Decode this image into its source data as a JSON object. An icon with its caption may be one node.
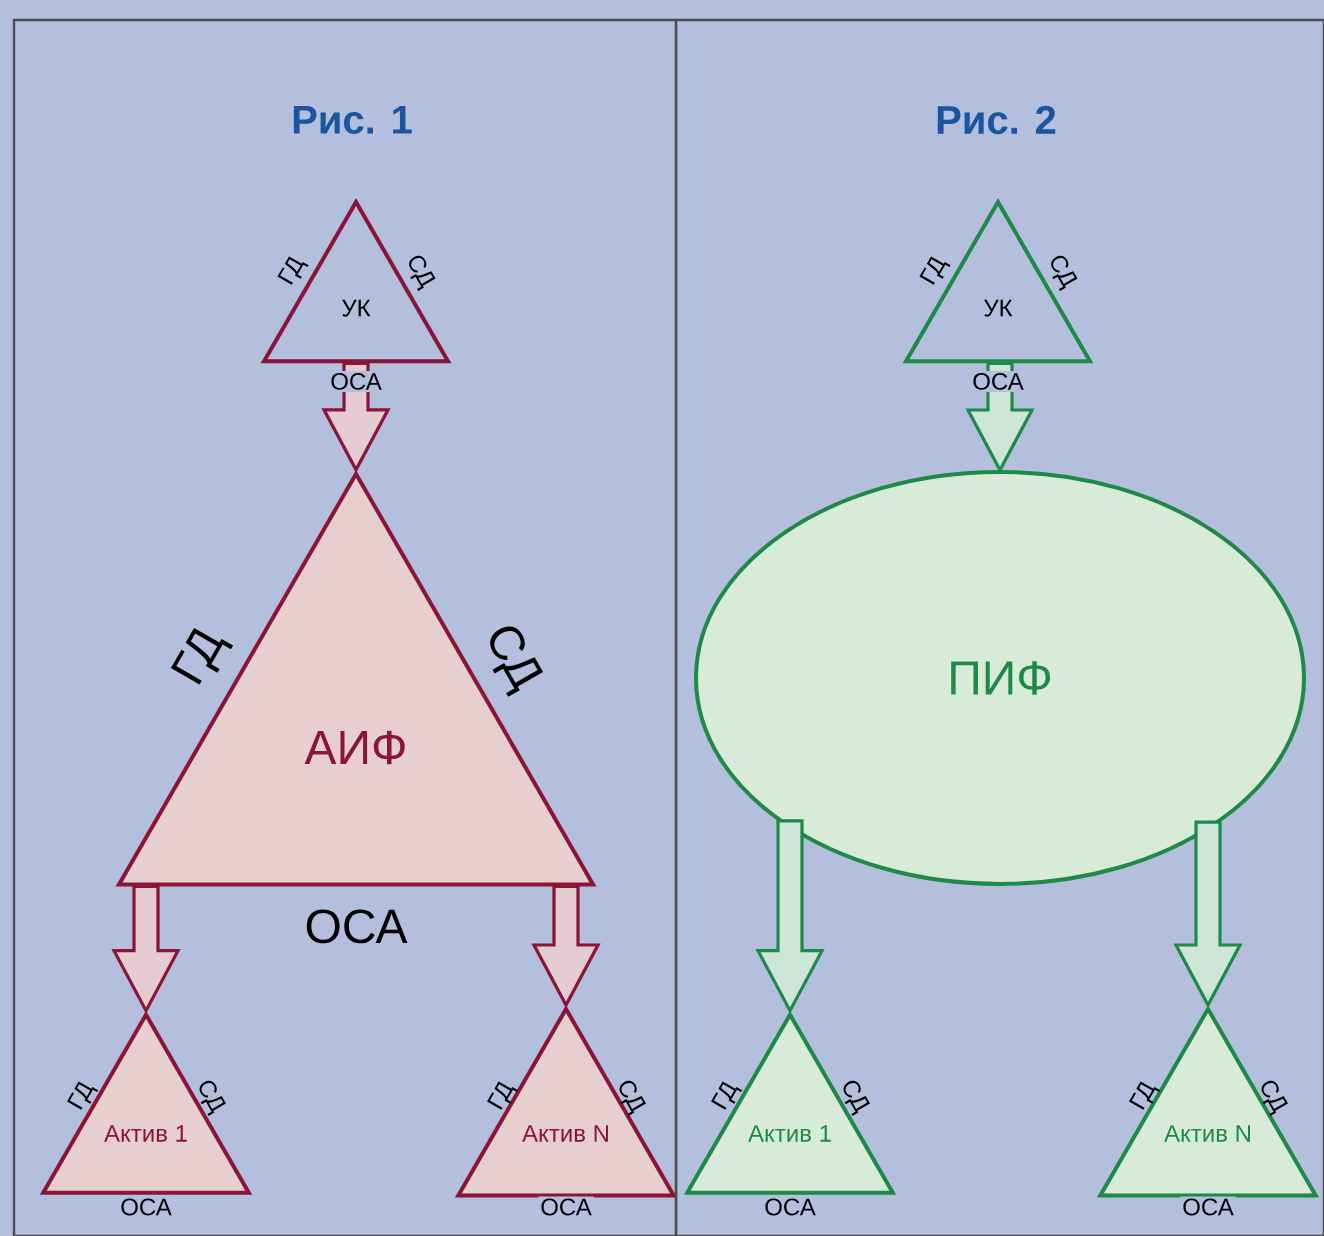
{
  "diagram": {
    "nodes": [
      {
        "text": [
          "Рис. 1"
        ]
      },
      {
        "text": [
          "УК"
        ],
        "in": 0,
        "beside": [
          "ГД",
          "СД",
          "ОСА"
        ]
      },
      {
        "text": [
          "АИФ"
        ],
        "in": 0,
        "beside": [
          "ГД",
          "СД",
          "ОСА"
        ]
      },
      {
        "text": [
          "Актив 1"
        ],
        "in": 0,
        "beside": [
          "ГД",
          "СД",
          "ОСА"
        ]
      },
      {
        "text": [
          "Актив N"
        ],
        "in": 0,
        "beside": [
          "ГД",
          "СД",
          "ОСА"
        ]
      },
      {
        "text": [
          "Рис. 2"
        ]
      },
      {
        "text": [
          "УК"
        ],
        "in": 5,
        "beside": [
          "ГД",
          "СД",
          "ОСА"
        ]
      },
      {
        "text": [
          "ПИФ"
        ],
        "in": 5
      },
      {
        "text": [
          "Актив 1"
        ],
        "in": 5,
        "beside": [
          "ГД",
          "СД",
          "ОСА"
        ]
      },
      {
        "text": [
          "Актив N"
        ],
        "in": 5,
        "beside": [
          "ГД",
          "СД",
          "ОСА"
        ]
      }
    ],
    "edges": [
      {
        "from": 1,
        "to": 2,
        "arrow": "to",
        "color": "#8a1538"
      },
      {
        "from": 2,
        "to": 3,
        "arrow": "to",
        "color": "#8a1538"
      },
      {
        "from": 2,
        "to": 4,
        "arrow": "to",
        "color": "#8a1538"
      },
      {
        "from": 6,
        "to": 7,
        "arrow": "to",
        "color": "#1e8a48"
      },
      {
        "from": 7,
        "to": 8,
        "arrow": "to",
        "color": "#1e8a48"
      },
      {
        "from": 7,
        "to": 9,
        "arrow": "to",
        "color": "#1e8a48"
      }
    ]
  }
}
